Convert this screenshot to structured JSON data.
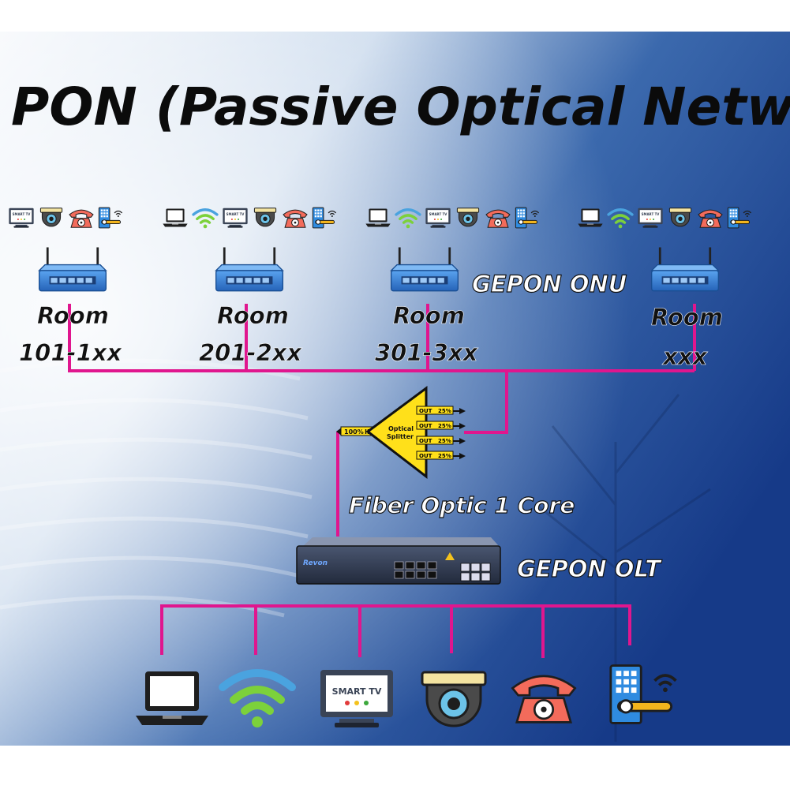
{
  "title": "PON (Passive Optical Network)",
  "labels": {
    "onu": "GEPON ONU",
    "olt": "GEPON OLT",
    "fiber": "Fiber Optic 1 Core"
  },
  "rooms": [
    {
      "line1": "Room",
      "line2": "101-1xx"
    },
    {
      "line1": "Room",
      "line2": "201-2xx"
    },
    {
      "line1": "Room",
      "line2": "301-3xx"
    },
    {
      "line1": "Room",
      "line2": "xxx"
    }
  ],
  "splitter": {
    "name_line1": "Optical",
    "name_line2": "Splitter",
    "input_percent": "100%",
    "input_label": "IN",
    "outputs": [
      {
        "label": "OUT",
        "percent": "25%"
      },
      {
        "label": "OUT",
        "percent": "25%"
      },
      {
        "label": "OUT",
        "percent": "25%"
      },
      {
        "label": "OUT",
        "percent": "25%"
      }
    ]
  },
  "tv_label": "SMART TV",
  "small_tv_label": "SMART TV",
  "olt_brand": "Revon",
  "icon_names": [
    "laptop-icon",
    "wifi-icon",
    "smart-tv-icon",
    "cctv-camera-icon",
    "telephone-icon",
    "smart-door-lock-icon"
  ],
  "colors": {
    "link": "#e0168e",
    "splitter": "#ffe01a",
    "background_dark": "#1a3f8f",
    "onu_blue": "#2f7fd6"
  }
}
